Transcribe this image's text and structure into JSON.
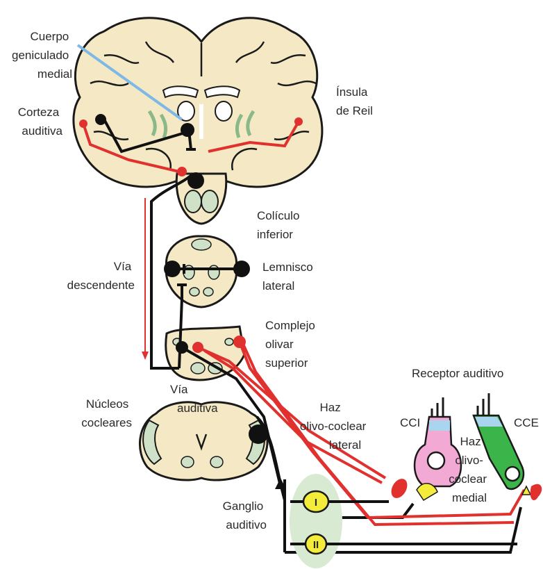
{
  "labels": {
    "cuerpo_geniculado": [
      "Cuerpo",
      "geniculado",
      "medial"
    ],
    "corteza_auditiva": [
      "Corteza",
      "auditiva"
    ],
    "insula_reil": [
      "Ínsula",
      "de Reil"
    ],
    "coliculo_inferior": [
      "Colículo",
      "inferior"
    ],
    "via_descendente": [
      "Vía",
      "descendente"
    ],
    "lemnisco_lateral": [
      "Lemnisco",
      "lateral"
    ],
    "complejo_olivar": [
      "Complejo",
      "olivar",
      "superior"
    ],
    "via_auditiva": [
      "Vía",
      "auditiva"
    ],
    "receptor_auditivo": "Receptor auditivo",
    "nucleos_cocleares": [
      "Núcleos",
      "cocleares"
    ],
    "haz_lateral": [
      "Haz",
      "olivo-coclear",
      "lateral"
    ],
    "cci": "CCI",
    "cce": "CCE",
    "haz_medial": [
      "Haz",
      "olivo-",
      "coclear",
      "medial"
    ],
    "ganglio_auditivo": [
      "Ganglio",
      "auditivo"
    ],
    "ganglio_I": "I",
    "ganglio_II": "II"
  },
  "colors": {
    "tissue": "#f4e9c4",
    "outline": "#1a1a1a",
    "ventricle_green": "#cfe2c8",
    "descending_red": "#e0312f",
    "ascending_black": "#111111",
    "blue_pointer": "#7db8e6",
    "cci_pink": "#f2a9d3",
    "cce_green": "#3bb44a",
    "ganglion_yellow": "#f3ec3b",
    "ganglion_bg": "#d8ead1"
  }
}
